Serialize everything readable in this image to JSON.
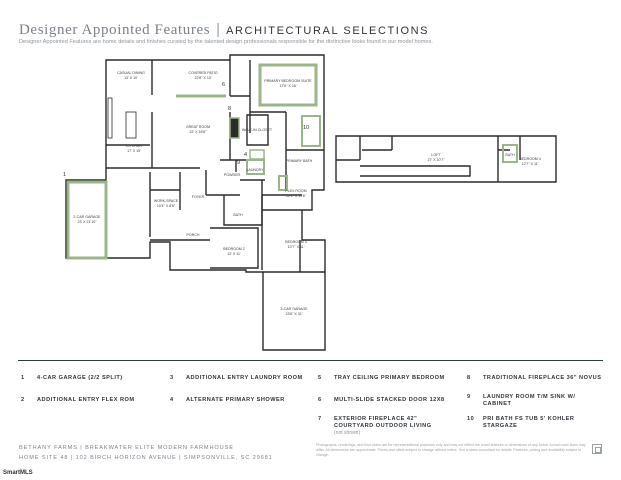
{
  "header": {
    "title": "Designer Appointed Features",
    "separator": "|",
    "subtitle": "ARCHITECTURAL SELECTIONS",
    "description": "Designer Appointed Features are home details and finishes curated by the talented design professionals responsible for the distinctive looks found in our model homes."
  },
  "rooms": {
    "casual_dining": "CASUAL DINING",
    "casual_dining_dim": "13' X 10'",
    "covered_patio": "COVERED PATIO",
    "covered_patio_dim": "22'8\" X 10'",
    "primary_suite": "PRIMARY BEDROOM SUITE",
    "primary_suite_dim": "17'6\" X 16'",
    "great_room": "GREAT ROOM",
    "great_room_dim": "22' X 18'8\"",
    "kitchen": "KITCHEN",
    "kitchen_dim": "17' X 15'",
    "walk_in": "WALK-IN CLOSET",
    "primary_bath": "PRIMARY BATH",
    "flex_room": "FLEX ROOM",
    "flex_room_dim": "12'2\" X 11'6\"",
    "workspace": "WORK-SPACE",
    "workspace_dim": "10'4\" X 8'6\"",
    "foyer": "FOYER",
    "garage_2car": "2-CAR GARAGE",
    "garage_2car_dim": "23' X 21'10\"",
    "bath": "BATH",
    "bedroom2": "BEDROOM 2",
    "bedroom2_dim": "12' X 11'",
    "bedroom3": "BEDROOM 3",
    "bedroom3_dim": "10'7\" X 11'",
    "porch": "PORCH",
    "garage_3car": "3-CAR GARAGE",
    "garage_3car_dim": "23'6\" X 31'",
    "loft": "LOFT",
    "loft_dim": "27' X 10'7\"",
    "bedroom4": "BEDROOM 4",
    "bedroom4_dim": "12'7\" X 11'",
    "bath_up": "BATH",
    "laundry": "LAUNDRY",
    "powder": "POWDER"
  },
  "features": [
    {
      "num": "1",
      "label": "4-CAR GARAGE (2/2 SPLIT)"
    },
    {
      "num": "2",
      "label": "ADDITIONAL ENTRY FLEX ROM"
    },
    {
      "num": "3",
      "label": "ADDITIONAL ENTRY LAUNDRY ROOM"
    },
    {
      "num": "4",
      "label": "ALTERNATE PRIMARY SHOWER"
    },
    {
      "num": "5",
      "label": "TRAY CEILING PRIMARY BEDROOM"
    },
    {
      "num": "6",
      "label": "MULTI-SLIDE STACKED DOOR 12X8"
    },
    {
      "num": "7",
      "label": "EXTERIOR FIREPLACE 42\" COURTYARD OUTDOOR LIVING",
      "note": "(not shown)"
    },
    {
      "num": "8",
      "label": "TRADITIONAL FIREPLACE 36\" NOVUS"
    },
    {
      "num": "9",
      "label": "LAUNDRY ROOM T/M SINK W/ CABINET"
    },
    {
      "num": "10",
      "label": "PRI BATH FS TUB 5' KOHLER STARGAZE"
    }
  ],
  "footer": {
    "line1": "BETHANY FARMS | BREAKWATER ELITE MODERN FARMHOUSE",
    "line2": "HOME SITE 48 | 102 BIRCH HORIZON AVENUE | SIMPSONVILLE, SC 29681",
    "disclaimer": "Photographs, renderings, and floor plans are for representational purposes only and may not reflect the exact features or dimensions of any home. Actual room sizes may differ. All dimensions are approximate. Prices and offers subject to change without notice. See a sales consultant for details. Features, pricing and availability subject to change."
  },
  "mls": "SmartMLS",
  "colors": {
    "highlight": "#9bb58a",
    "wall": "#2b2b2b",
    "rule": "#2f3b43"
  }
}
